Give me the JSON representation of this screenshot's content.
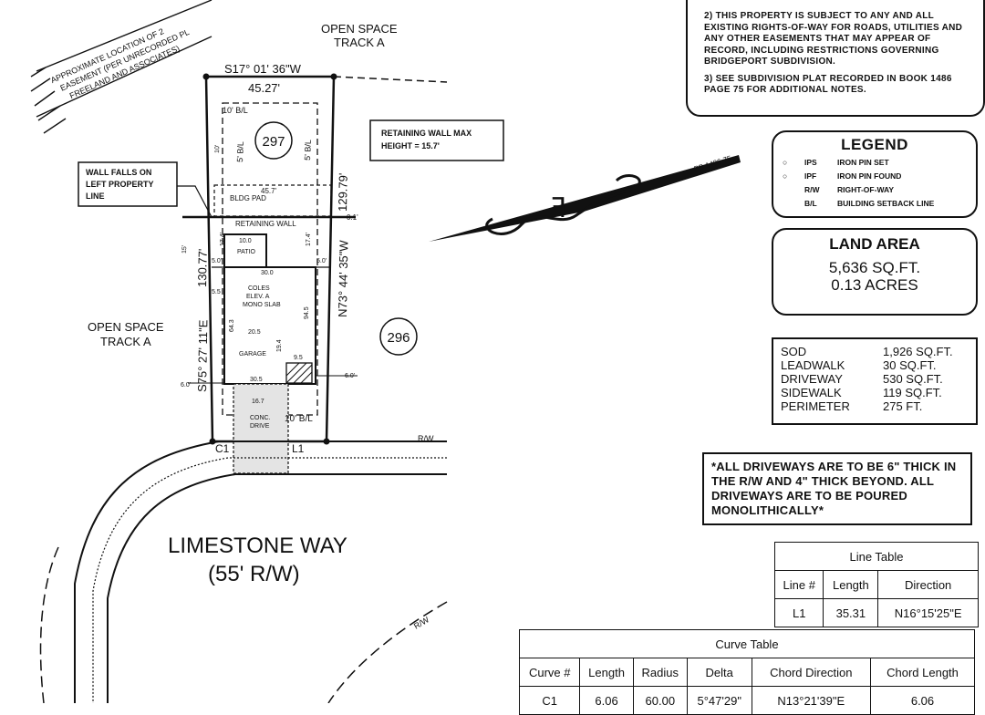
{
  "plat": {
    "lot_297": "297",
    "lot_296": "296",
    "open_space_top": [
      "OPEN SPACE",
      "TRACK A"
    ],
    "open_space_left": [
      "OPEN SPACE",
      "TRACK A"
    ],
    "easement_note": [
      "APPROXIMATE LOCATION OF 2",
      "EASEMENT (PER UNRECORDED PL",
      "FREELAND AND ASSOCIATES)"
    ],
    "bearing_north": "S17° 01' 36\"W",
    "dist_north": "45.27'",
    "bearing_east": "N73° 44' 35\"W",
    "dist_east": "129.79'",
    "bearing_west": "S75° 27' 11\"E",
    "dist_west": "130.77'",
    "retaining_wall_callout": [
      "RETAINING WALL MAX",
      "HEIGHT = 15.7'"
    ],
    "wall_falls_callout": [
      "WALL FALLS ON",
      "LEFT PROPERTY",
      "LINE"
    ],
    "setback_left": "5' B/L",
    "setback_right": "5' B/L",
    "setback_top": "10' B/L",
    "setback_bottom": "10' B/L",
    "bldg_pad": "BLDG PAD",
    "pad_width": "45.7'",
    "retaining_wall": "RETAINING WALL",
    "patio": "PATIO",
    "patio_dim": "10.0",
    "house_label": [
      "COLES",
      "ELEV. A",
      "MONO SLAB"
    ],
    "house_width": "30.0",
    "garage": "GARAGE",
    "garage_width": "20.5",
    "garage_depth": "19.4",
    "porch_dim": "30.5",
    "drive_label": [
      "CONC.",
      "DRIVE"
    ],
    "drive_width": "16.7",
    "dim_side_a": "17.4'",
    "dim_side_b": "17.4'",
    "dim_side_c": "5.0'",
    "dim_side_d": "5.0'",
    "dim_side_e": "6.0'",
    "dim_side_f": "6.0'",
    "dim_side_g": "5.5",
    "dim_top_right": "0.1'",
    "dim_depth_a": "64.3",
    "dim_depth_b": "94.5",
    "dim_left_a": "10'",
    "dim_left_b": "15'",
    "dim_small": "9.5",
    "c1": "C1",
    "l1": "L1",
    "rw_top": "R/W",
    "rw_bottom": "R/W",
    "street_name": "LIMESTONE WAY",
    "street_width": "(55' R/W)",
    "north_arrow_label": "PB 1486-75"
  },
  "notes": {
    "note2": "2) THIS PROPERTY IS SUBJECT TO ANY AND ALL EXISTING RIGHTS-OF-WAY FOR ROADS, UTILITIES AND ANY OTHER EASEMENTS THAT MAY APPEAR OF RECORD, INCLUDING RESTRICTIONS GOVERNING BRIDGEPORT SUBDIVISION.",
    "note3": "3) SEE SUBDIVISION PLAT RECORDED IN BOOK 1486 PAGE 75 FOR ADDITIONAL NOTES."
  },
  "legend": {
    "title": "LEGEND",
    "items": [
      {
        "symbol": "○",
        "code": "IPS",
        "desc": "IRON PIN SET"
      },
      {
        "symbol": "○",
        "code": "IPF",
        "desc": "IRON PIN FOUND"
      },
      {
        "symbol": "",
        "code": "R/W",
        "desc": "RIGHT-OF-WAY"
      },
      {
        "symbol": "",
        "code": "B/L",
        "desc": "BUILDING SETBACK LINE"
      }
    ]
  },
  "land_area": {
    "title": "LAND AREA",
    "sqft": "5,636 SQ.FT.",
    "acres": "0.13 ACRES"
  },
  "areas": [
    {
      "label": "SOD",
      "value": "1,926 SQ.FT."
    },
    {
      "label": "LEADWALK",
      "value": "30 SQ.FT."
    },
    {
      "label": "DRIVEWAY",
      "value": "530 SQ.FT."
    },
    {
      "label": "SIDEWALK",
      "value": "119 SQ.FT."
    },
    {
      "label": "PERIMETER",
      "value": "275 FT."
    }
  ],
  "driveway_note": "*ALL DRIVEWAYS ARE TO BE 6\" THICK IN THE R/W AND 4\" THICK BEYOND. ALL DRIVEWAYS ARE TO BE POURED MONOLITHICALLY*",
  "line_table": {
    "title": "Line Table",
    "headers": [
      "Line #",
      "Length",
      "Direction"
    ],
    "rows": [
      [
        "L1",
        "35.31",
        "N16°15'25\"E"
      ]
    ]
  },
  "curve_table": {
    "title": "Curve Table",
    "headers": [
      "Curve #",
      "Length",
      "Radius",
      "Delta",
      "Chord Direction",
      "Chord Length"
    ],
    "rows": [
      [
        "C1",
        "6.06",
        "60.00",
        "5°47'29\"",
        "N13°21'39\"E",
        "6.06"
      ]
    ]
  }
}
